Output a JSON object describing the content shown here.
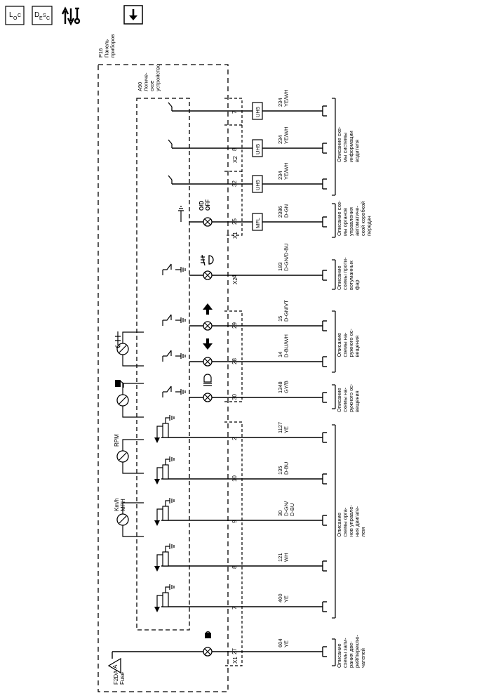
{
  "toolbar": {
    "loc_button": {
      "main": "L",
      "sub1": "O",
      "sub2": "C"
    },
    "desc_button": {
      "main": "D",
      "sub1": "E",
      "sub2": "S",
      "sub3": "C"
    },
    "tools_icon": "wrench-arrows-icon",
    "down_icon": "arrow-down-icon"
  },
  "panel": {
    "label_lines": [
      "P16",
      "Панель",
      "приборов"
    ]
  },
  "logic_module": {
    "label_lines": [
      "A90",
      "Логиче-",
      "ское",
      "устройство"
    ]
  },
  "fuse": {
    "label_lines": [
      "F2DA",
      "Fuse"
    ],
    "letter": "A"
  },
  "gauges": [
    {
      "label_lines": [
        "Km/h",
        "MPH"
      ],
      "icon": "speedometer-gauge-icon"
    },
    {
      "label_lines": [
        "RPM"
      ],
      "icon": "tachometer-gauge-icon"
    },
    {
      "label_lines": [],
      "icon": "fuel-gauge-icon"
    },
    {
      "label_lines": [],
      "icon": "temperature-gauge-icon"
    }
  ],
  "indicators": [
    {
      "label_lines": [
        "O/D",
        "OFF"
      ],
      "icon": "od-off-lamp-icon"
    },
    {
      "label_lines": [],
      "icon": "fog-lamp-icon"
    },
    {
      "label_lines": [],
      "icon": "turn-signal-right-icon"
    },
    {
      "label_lines": [],
      "icon": "turn-signal-left-icon"
    },
    {
      "label_lines": [],
      "icon": "high-beam-icon"
    },
    {
      "label_lines": [],
      "icon": "security-lamp-icon"
    }
  ],
  "connectors": {
    "x1_top": "X1",
    "x2_top": "X2",
    "x2_mid": "X2",
    "x1_bottom": "X1"
  },
  "pins": [
    "7",
    "8",
    "32",
    "25",
    "4",
    "29",
    "28",
    "30",
    "2",
    "10",
    "9",
    "8",
    "7",
    "27"
  ],
  "options": [
    "UH5",
    "UH5",
    "UH5",
    "MFL"
  ],
  "wires": [
    [
      "234",
      "YE/WH"
    ],
    [
      "234",
      "YE/WH"
    ],
    [
      "234",
      "YE/WH"
    ],
    [
      "2386",
      "D-GN"
    ],
    [
      "183",
      "D-GN/D-BU"
    ],
    [
      "15",
      "D-GN/VT"
    ],
    [
      "14",
      "D-BU/WH"
    ],
    [
      "1348",
      "GY/B"
    ],
    [
      "1127",
      "YE"
    ],
    [
      "135",
      "D-BU"
    ],
    [
      "30",
      "D-GN/",
      "D-BU"
    ],
    [
      "121",
      "WH"
    ],
    [
      "400",
      "YE"
    ],
    [
      "604",
      "YE"
    ]
  ],
  "references": [
    [
      "Описание схе-",
      "мы системы",
      "информации",
      "водителя"
    ],
    [
      "Описание схе-",
      "мы органов",
      "управления",
      "автоматиче-",
      "ской коробкой",
      "передач"
    ],
    [
      "Описание",
      "схемы проти-",
      "вотуманных",
      "фар"
    ],
    [
      "Описание",
      "схемы на-",
      "ружного ос-",
      "вещения"
    ],
    [
      "Описание",
      "схемы на-",
      "ружного ос-",
      "вещения"
    ],
    [
      "Описание",
      "схемы орга-",
      "нов управле-",
      "ния двигате-",
      "лем"
    ],
    [
      "Описание",
      "схемы запи-",
      "рания две-",
      "рей/переклю-",
      "чателей"
    ]
  ]
}
